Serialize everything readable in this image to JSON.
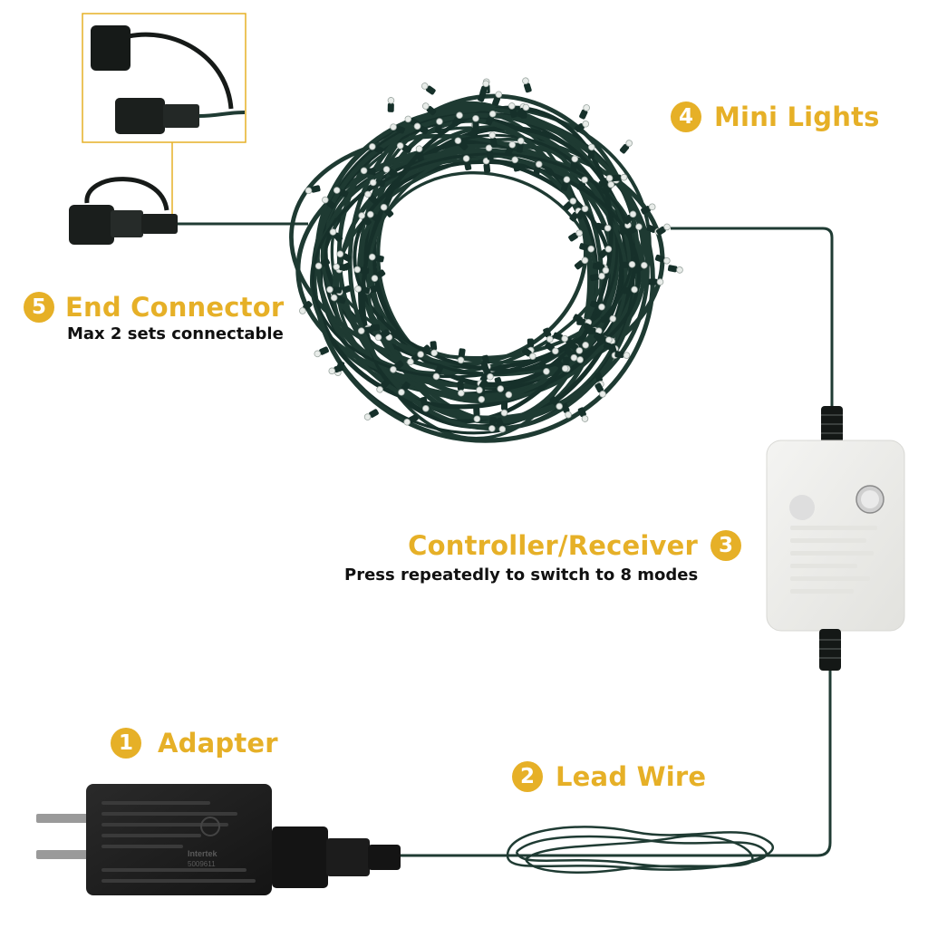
{
  "colors": {
    "accent": "#E6B027",
    "wire": "#1F3B33",
    "label_text": "#111111"
  },
  "callouts": {
    "mini_lights": {
      "number": "4",
      "title": "Mini Lights"
    },
    "end_connector": {
      "number": "5",
      "title": "End Connector",
      "subtitle": "Max 2 sets connectable"
    },
    "controller": {
      "number": "3",
      "title": "Controller/Receiver",
      "subtitle": "Press repeatedly to switch to 8 modes"
    },
    "adapter": {
      "number": "1",
      "title": "Adapter"
    },
    "lead_wire": {
      "number": "2",
      "title": "Lead Wire"
    }
  },
  "adapter_label": {
    "certification": "Intertek",
    "certificate_no": "5009611"
  }
}
